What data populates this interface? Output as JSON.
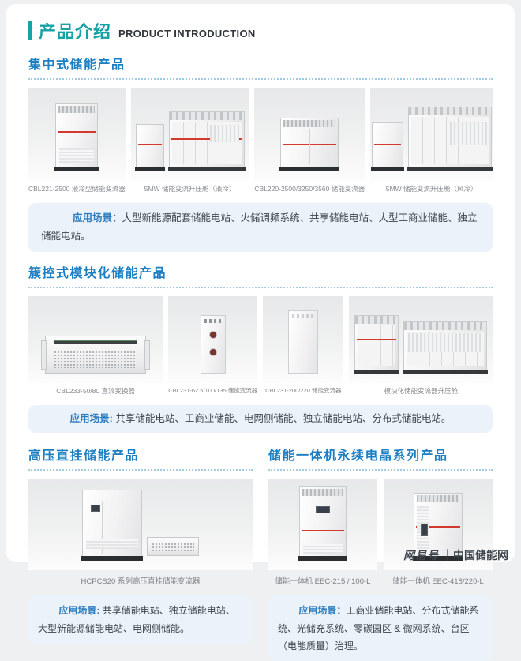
{
  "page": {
    "title_cn": "产品介绍",
    "title_en": "PRODUCT INTRODUCTION",
    "watermark_logo": "网易号",
    "watermark_site": "｜中国储能网"
  },
  "colors": {
    "accent_teal": "#17a2a6",
    "accent_blue": "#1d7fc3",
    "app_label_blue": "#2a7cc0",
    "app_box_bg": "#ecf2fa",
    "stripe_red": "#d23a30"
  },
  "sections": {
    "centralized": {
      "title": "集中式储能产品",
      "products": [
        {
          "caption": "CBL221-2500 液冷型储能变流器"
        },
        {
          "caption": "5MW 储能变流升压舱（液冷）"
        },
        {
          "caption": "CBL220-2500/3250/3560 储能变流器"
        },
        {
          "caption": "5MW 储能变流升压舱（风冷）"
        }
      ],
      "application_label": "应用场景：",
      "application_text": "大型新能源配套储能电站、火储调频系统、共享储能电站、大型工商业储能、独立储能电站。"
    },
    "modular": {
      "title": "簇控式模块化储能产品",
      "products": [
        {
          "caption": "CBL233-50/80 直流变换器"
        },
        {
          "caption": "CBL231-62.5/100/135 储能变流器"
        },
        {
          "caption": "CBL231-200/220 储能变流器"
        },
        {
          "caption": "模块化储能变流器升压舱"
        }
      ],
      "application_label": "应用场景:",
      "application_text": "共享储能电站、工商业储能、电网侧储能、独立储能电站、分布式储能电站。"
    },
    "hv_direct": {
      "title": "高压直挂储能产品",
      "products": [
        {
          "caption": "HCPCS20 系列高压直挂储能变流器"
        }
      ],
      "application_label": "应用场景:",
      "application_text": "共享储能电站、独立储能电站、大型新能源储能电站、电网侧储能。"
    },
    "all_in_one": {
      "title": "储能一体机永续电晶系列产品",
      "products": [
        {
          "caption": "储能一体机 EEC-215 / 100-L"
        },
        {
          "caption": "储能一体机 EEC-418/220-L"
        }
      ],
      "application_label": "应用场景：",
      "application_text": "工商业储能电站、分布式储能系统、光储充系统、零碳园区 & 微网系统、台区（电能质量）治理。"
    }
  }
}
